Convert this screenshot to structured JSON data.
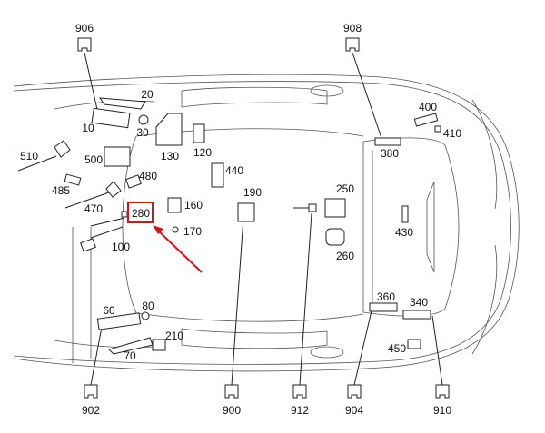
{
  "diagram": {
    "highlight_color": "#e01010",
    "highlighted_part": "280",
    "connectors": {
      "c906": "906",
      "c908": "908",
      "c902": "902",
      "c900": "900",
      "c912": "912",
      "c904": "904",
      "c910": "910"
    },
    "parts": {
      "p10": "10",
      "p20": "20",
      "p30": "30",
      "p60": "60",
      "p70": "70",
      "p80": "80",
      "p100": "100",
      "p120": "120",
      "p130": "130",
      "p160": "160",
      "p170": "170",
      "p190": "190",
      "p210": "210",
      "p250": "250",
      "p260": "260",
      "p280": "280",
      "p340": "340",
      "p360": "360",
      "p380": "380",
      "p400": "400",
      "p410": "410",
      "p430": "430",
      "p440": "440",
      "p450": "450",
      "p470": "470",
      "p480": "480",
      "p485": "485",
      "p500": "500",
      "p510": "510"
    }
  }
}
